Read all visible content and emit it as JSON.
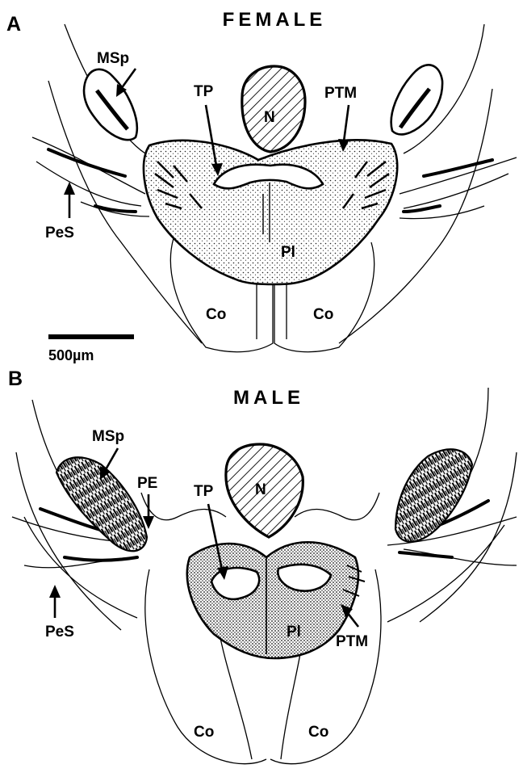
{
  "panels": [
    {
      "letter": "A",
      "title": "FEMALE",
      "labels": {
        "msp": "MSp",
        "tp": "TP",
        "n": "N",
        "ptm": "PTM",
        "pes": "PeS",
        "pl": "Pl",
        "co_left": "Co",
        "co_right": "Co"
      }
    },
    {
      "letter": "B",
      "title": "MALE",
      "labels": {
        "msp": "MSp",
        "pe": "PE",
        "tp": "TP",
        "n": "N",
        "pes": "PeS",
        "pl": "Pl",
        "ptm": "PTM",
        "co_left": "Co",
        "co_right": "Co"
      }
    }
  ],
  "scale_bar": {
    "label": "500µm"
  }
}
